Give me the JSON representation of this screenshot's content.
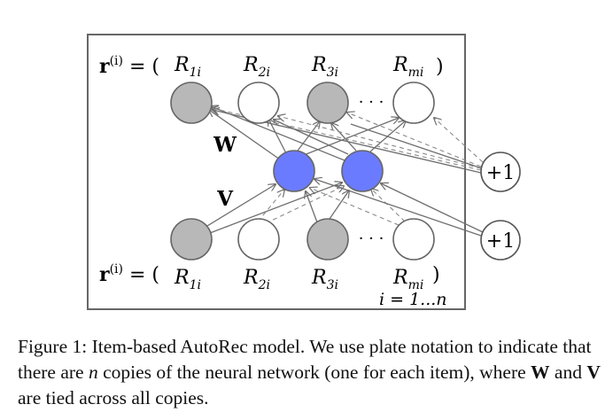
{
  "diagram": {
    "vector_label": {
      "r": "r",
      "sup": "(i)",
      "eq": " = ("
    },
    "top_labels": [
      {
        "base": "R",
        "sub": "1i"
      },
      {
        "base": "R",
        "sub": "2i"
      },
      {
        "base": "R",
        "sub": "3i"
      },
      {
        "base": "R",
        "sub": "mi"
      }
    ],
    "bottom_labels": [
      {
        "base": "R",
        "sub": "1i"
      },
      {
        "base": "R",
        "sub": "2i"
      },
      {
        "base": "R",
        "sub": "3i"
      },
      {
        "base": "R",
        "sub": "mi"
      }
    ],
    "close_paren": ")",
    "ellipsis": "· · ·",
    "weight_W": "W",
    "weight_V": "V",
    "bias_label": "+1",
    "plate_label": "i = 1...n",
    "colors": {
      "observed_node": "#b8b8b8",
      "hidden_node": "#6b7bff",
      "empty_node": "#ffffff",
      "edge": "#6e6e6e",
      "plate_border": "#666666"
    }
  },
  "caption": {
    "p1": "Figure 1: Item-based AutoRec model. We use plate notation to indicate that there are ",
    "n": "n",
    "p2": " copies of the neural network (one for each item), where ",
    "W": "W",
    "p3": " and ",
    "V": "V",
    "p4": " are tied across all copies."
  }
}
